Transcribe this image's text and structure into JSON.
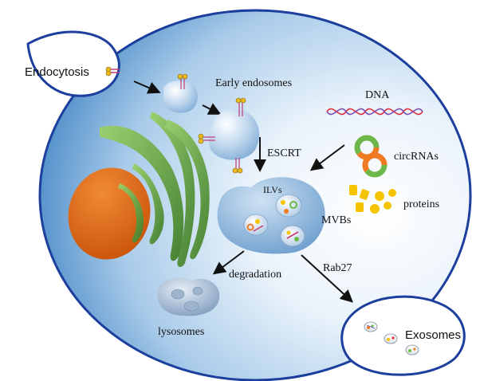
{
  "labels": {
    "endocytosis": "Endocytosis",
    "early_endosomes": "Early endosomes",
    "dna": "DNA",
    "escrt": "ESCRT",
    "circrnas": "circRNAs",
    "ilvs": "ILVs",
    "proteins": "proteins",
    "mvbs": "MVBs",
    "rab27": "Rab27",
    "degradation": "degradation",
    "lysosomes": "lysosomes",
    "exosomes": "Exosomes"
  },
  "colors": {
    "cell_outline": "#1c3f9e",
    "cytoplasm_light": "#eef5fc",
    "cytoplasm_dark": "#3f86c8",
    "nucleus": "#e06510",
    "golgi": "#6fae3a",
    "vesicle": "#8fb4d8",
    "circrna_orange": "#f07a22",
    "circrna_green": "#6cb84a",
    "protein_yellow": "#f5c400",
    "dna_red": "#e03040",
    "dna_purple": "#7a4fb0"
  }
}
